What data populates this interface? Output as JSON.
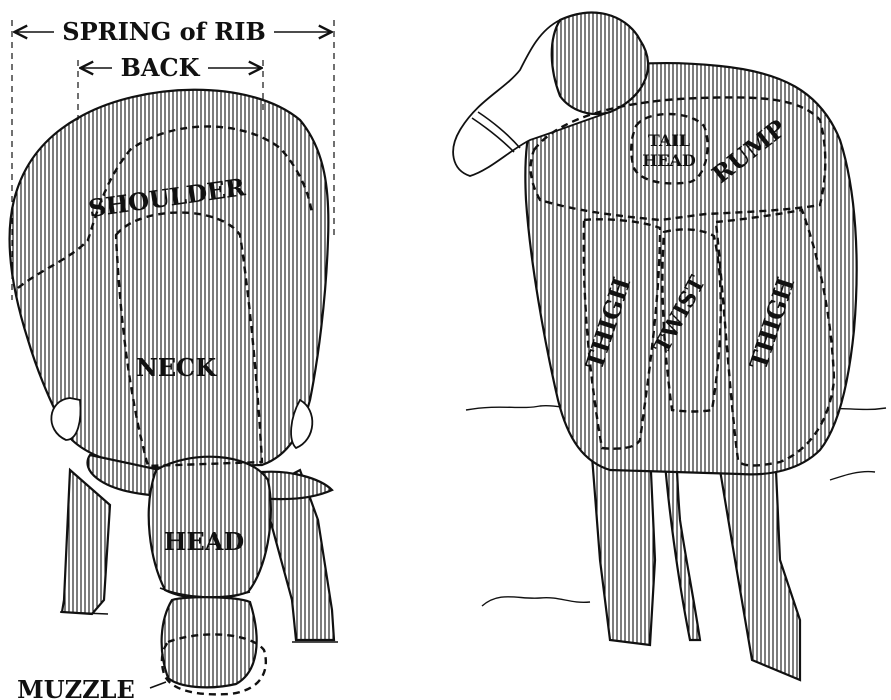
{
  "labels": {
    "spring_of_rib": "SPRING of RIB",
    "back": "BACK",
    "shoulder": "SHOULDER",
    "neck": "NECK",
    "head": "HEAD",
    "muzzle": "MUZZLE",
    "tail_head_line1": "TAIL",
    "tail_head_line2": "HEAD",
    "rump": "RUMP",
    "thigh_left": "THIGH",
    "twist": "TWIST",
    "thigh_right": "THIGH"
  },
  "colors": {
    "ink": "#111111",
    "paper": "#ffffff"
  }
}
